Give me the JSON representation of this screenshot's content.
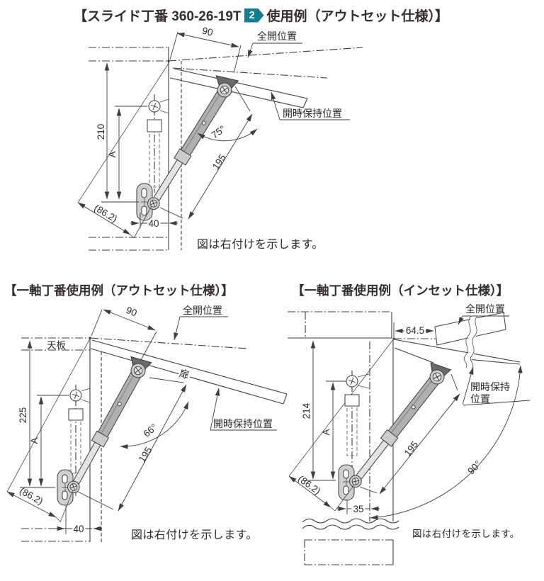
{
  "colors": {
    "badge_teal": "#0e7e95",
    "line": "#3e3e3e",
    "metal_gray": "#b0b0b0",
    "text": "#2d2a28"
  },
  "titles": {
    "t1_pre": "【スライド丁番 360-26-19T",
    "t1_badge": "2",
    "t1_post": "使用例（アウトセット仕様）】",
    "t2": "【一軸丁番使用例（アウトセット仕様）】",
    "t3": "【一軸丁番使用例（インセット仕様）】"
  },
  "d1": {
    "labels": {
      "full_open": "全開位置",
      "hold_open": "開時保持位置",
      "caption": "図は右付けを示します。"
    },
    "dims": {
      "d90": "90",
      "d210": "210",
      "dA": "A",
      "a75": "75°",
      "d195": "195",
      "d862": "(86.2)",
      "d40": "40"
    }
  },
  "d2": {
    "labels": {
      "full_open": "全開位置",
      "hold_open": "開時保持位置",
      "top_panel": "天板",
      "door": "扉",
      "caption": "図は右付けを示します。"
    },
    "dims": {
      "d90": "90",
      "d225": "225",
      "dA": "A",
      "a66": "66°",
      "d195": "195",
      "d862": "(86.2)",
      "d40": "40"
    }
  },
  "d3": {
    "labels": {
      "full_open": "全開位置",
      "hold_open_1": "開時保持",
      "hold_open_2": "位置",
      "caption": "図は右付けを示します。"
    },
    "dims": {
      "d645": "64.5",
      "d214": "214",
      "dA": "A",
      "d195": "195",
      "d862": "(86.2)",
      "d35": "35",
      "a90": "90°"
    }
  }
}
